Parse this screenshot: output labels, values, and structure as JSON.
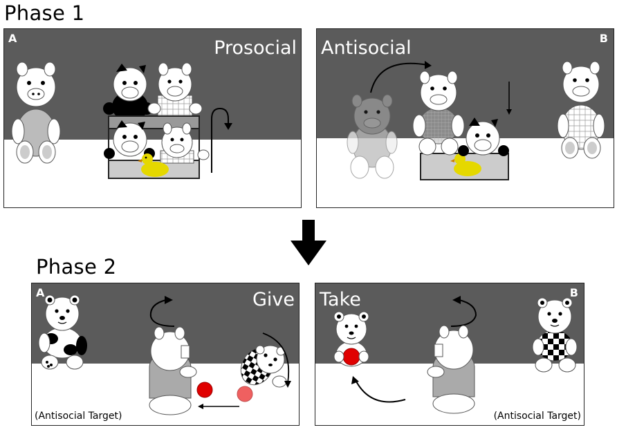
{
  "phase1": {
    "title": "Phase 1",
    "panel_a": {
      "letter": "A",
      "condition": "Prosocial"
    },
    "panel_b": {
      "letter": "B",
      "condition": "Antisocial"
    }
  },
  "phase2": {
    "title": "Phase 2",
    "panel_a": {
      "letter": "A",
      "condition": "Give",
      "target_note": "(Antisocial Target)"
    },
    "panel_b": {
      "letter": "B",
      "condition": "Take",
      "target_note": "(Antisocial Target)"
    }
  },
  "colors": {
    "sky": "#5b5b5b",
    "ground": "#ffffff",
    "ball": "#e00000",
    "duck": "#e5d800"
  }
}
